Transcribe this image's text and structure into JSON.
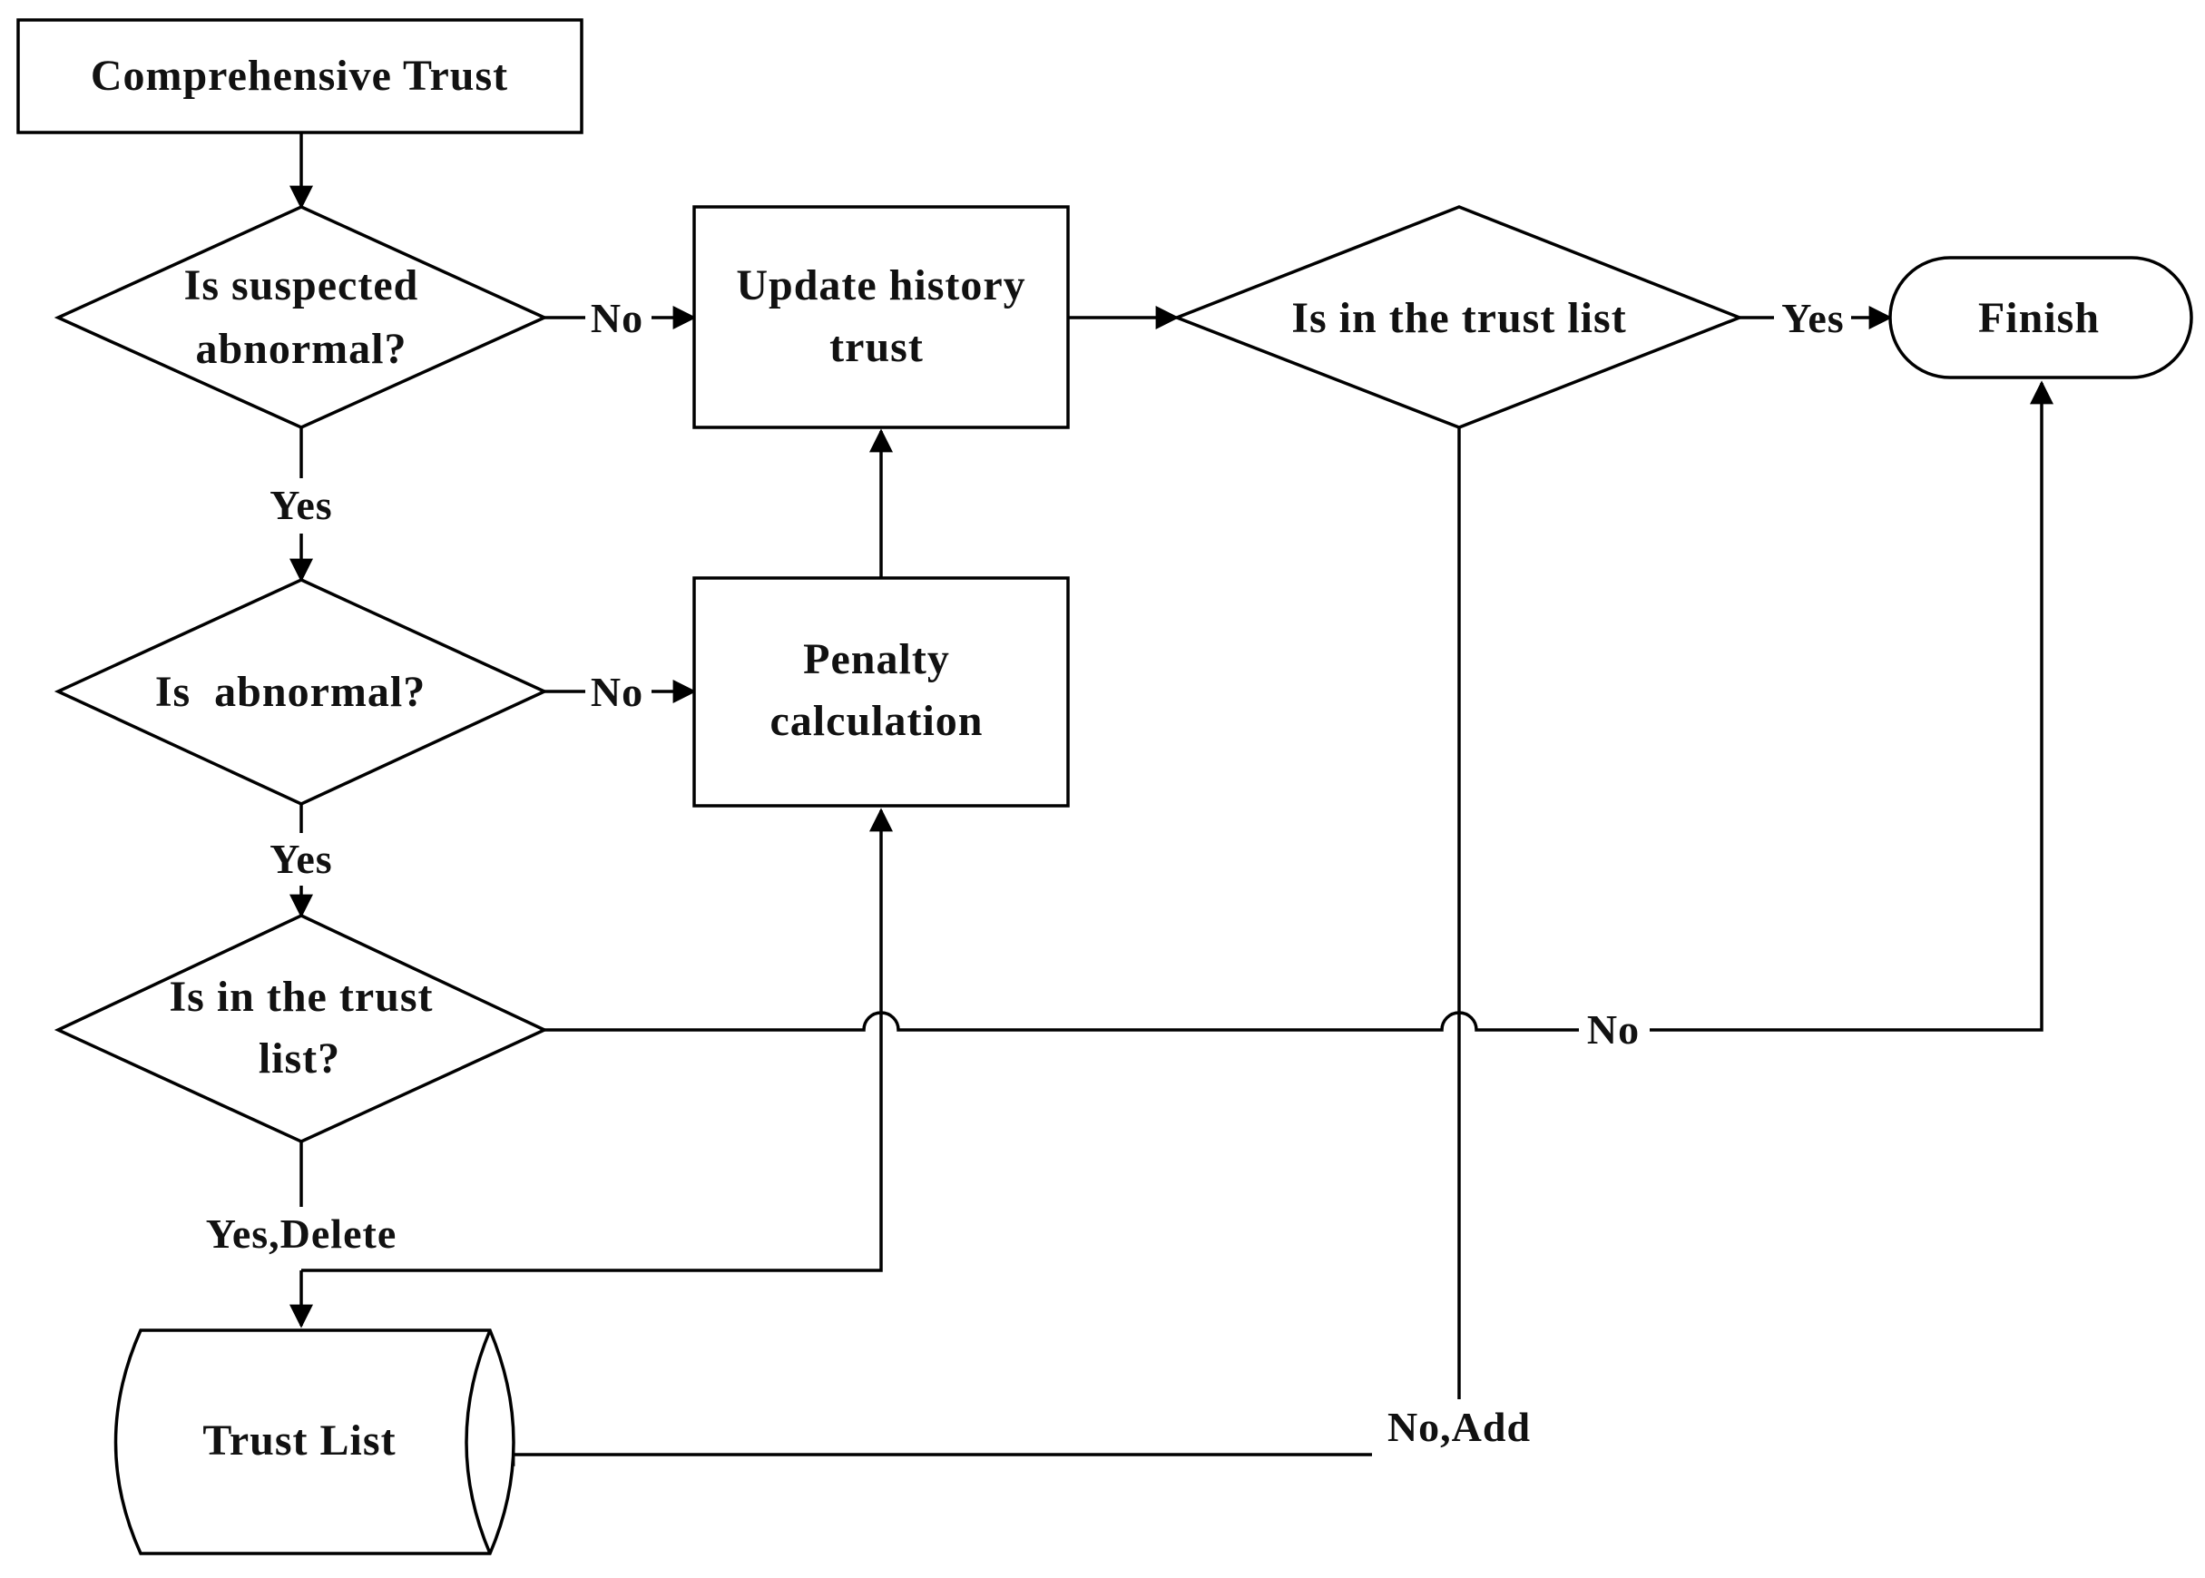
{
  "nodes": {
    "comprehensive_trust": "Comprehensive Trust",
    "is_suspected_abnormal": [
      "Is suspected",
      "abnormal?"
    ],
    "is_abnormal": "Is  abnormal?",
    "is_in_trust_list_left": [
      "Is in the trust",
      "list?"
    ],
    "trust_list_store": "Trust List",
    "update_history_trust": [
      "Update history",
      "trust"
    ],
    "penalty_calculation": [
      "Penalty",
      "calculation"
    ],
    "is_in_trust_list_right": "Is in the trust list",
    "finish": "Finish"
  },
  "edges": {
    "suspected_no": "No",
    "suspected_yes": "Yes",
    "abnormal_no": "No",
    "abnormal_yes": "Yes",
    "left_list_no": "No",
    "left_list_yes_delete": "Yes,Delete",
    "right_list_yes": "Yes",
    "right_list_no_add": "No,Add"
  }
}
